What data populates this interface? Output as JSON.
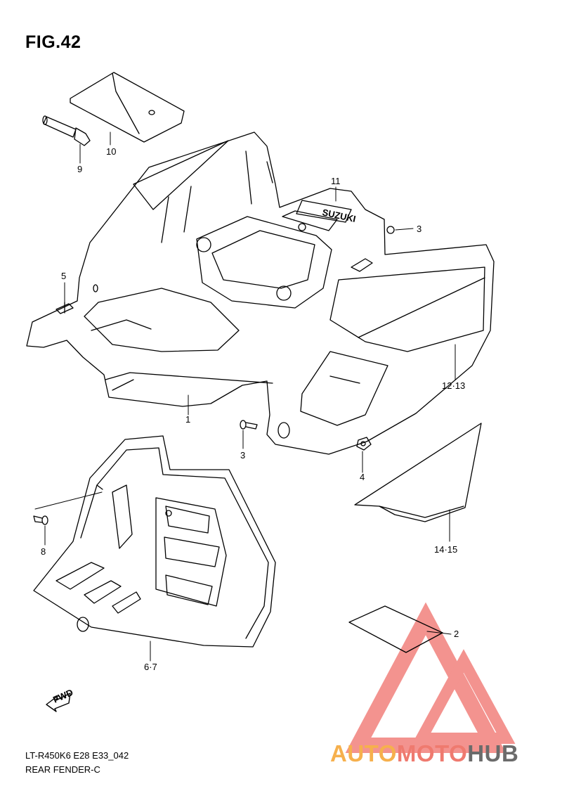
{
  "figure_title": "FIG.42",
  "callouts": {
    "p1": "1",
    "p2": "2",
    "p3a": "3",
    "p3b": "3",
    "p4": "4",
    "p5": "5",
    "p67": "6·7",
    "p8": "8",
    "p9": "9",
    "p10": "10",
    "p11": "11",
    "p1213": "12·13",
    "p1415": "14·15"
  },
  "fwd_label": "FWD",
  "decal_text": "SUZUKI",
  "footer": {
    "model_code": "LT-R450K6 E28 E33_042",
    "figure_name": "REAR FENDER-C"
  },
  "watermark": {
    "auto": "AUTO",
    "moto": "MOTO",
    "hub": "HUB",
    "colors": {
      "auto": "#f6b04d",
      "moto": "#ef7a6f",
      "hub": "#6b6b6b",
      "triangle": "#ef6f6a"
    }
  }
}
